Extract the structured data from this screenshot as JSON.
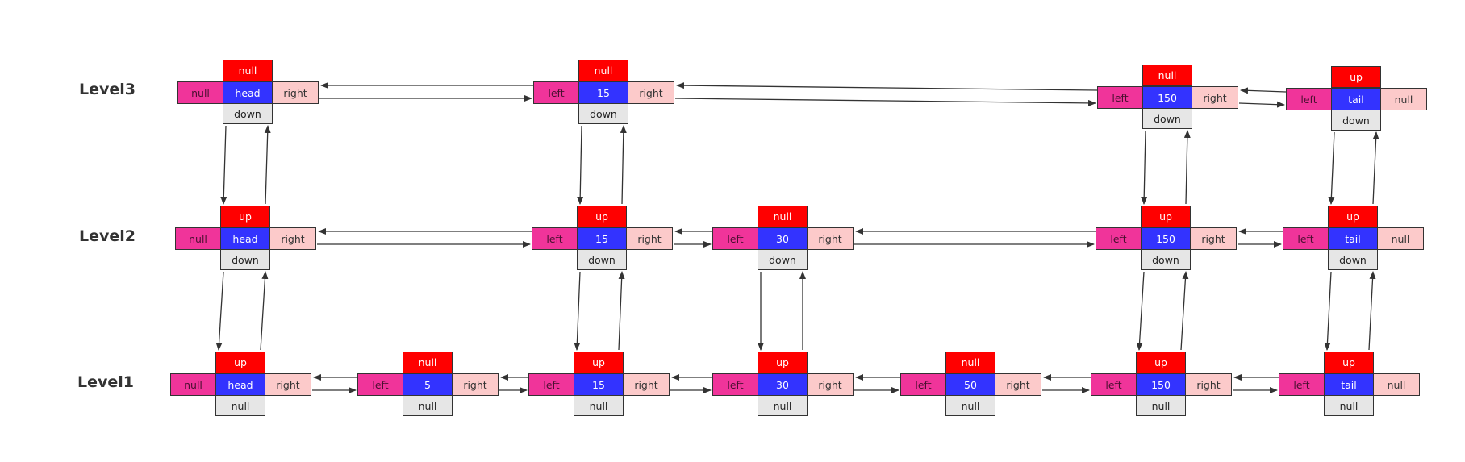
{
  "colors": {
    "up_cell": "#ff0000",
    "left_cell": "#f0349a",
    "value_cell": "#3333ff",
    "right_cell": "#fccaca",
    "down_cell": "#e6e6e6",
    "border": "#333333"
  },
  "levels": [
    {
      "label": "Level3",
      "nodes": [
        {
          "id": "L3-head",
          "up": "null",
          "left": "null",
          "value": "head",
          "right": "right",
          "down": "down"
        },
        {
          "id": "L3-15",
          "up": "null",
          "left": "left",
          "value": "15",
          "right": "right",
          "down": "down"
        },
        {
          "id": "L3-150",
          "up": "null",
          "left": "left",
          "value": "150",
          "right": "right",
          "down": "down"
        },
        {
          "id": "L3-tail",
          "up": "up",
          "left": "left",
          "value": "tail",
          "right": "null",
          "down": "down"
        }
      ]
    },
    {
      "label": "Level2",
      "nodes": [
        {
          "id": "L2-head",
          "up": "up",
          "left": "null",
          "value": "head",
          "right": "right",
          "down": "down"
        },
        {
          "id": "L2-15",
          "up": "up",
          "left": "left",
          "value": "15",
          "right": "right",
          "down": "down"
        },
        {
          "id": "L2-30",
          "up": "null",
          "left": "left",
          "value": "30",
          "right": "right",
          "down": "down"
        },
        {
          "id": "L2-150",
          "up": "up",
          "left": "left",
          "value": "150",
          "right": "right",
          "down": "down"
        },
        {
          "id": "L2-tail",
          "up": "up",
          "left": "left",
          "value": "tail",
          "right": "null",
          "down": "down"
        }
      ]
    },
    {
      "label": "Level1",
      "nodes": [
        {
          "id": "L1-head",
          "up": "up",
          "left": "null",
          "value": "head",
          "right": "right",
          "down": "null"
        },
        {
          "id": "L1-5",
          "up": "null",
          "left": "left",
          "value": "5",
          "right": "right",
          "down": "null"
        },
        {
          "id": "L1-15",
          "up": "up",
          "left": "left",
          "value": "15",
          "right": "right",
          "down": "null"
        },
        {
          "id": "L1-30",
          "up": "up",
          "left": "left",
          "value": "30",
          "right": "right",
          "down": "null"
        },
        {
          "id": "L1-50",
          "up": "null",
          "left": "left",
          "value": "50",
          "right": "right",
          "down": "null"
        },
        {
          "id": "L1-150",
          "up": "up",
          "left": "left",
          "value": "150",
          "right": "right",
          "down": "null"
        },
        {
          "id": "L1-tail",
          "up": "up",
          "left": "left",
          "value": "tail",
          "right": "null",
          "down": "null"
        }
      ]
    }
  ],
  "links": {
    "horizontal": [
      [
        "L3-head",
        "L3-15"
      ],
      [
        "L3-15",
        "L3-150"
      ],
      [
        "L3-150",
        "L3-tail"
      ],
      [
        "L2-head",
        "L2-15"
      ],
      [
        "L2-15",
        "L2-30"
      ],
      [
        "L2-30",
        "L2-150"
      ],
      [
        "L2-150",
        "L2-tail"
      ],
      [
        "L1-head",
        "L1-5"
      ],
      [
        "L1-5",
        "L1-15"
      ],
      [
        "L1-15",
        "L1-30"
      ],
      [
        "L1-30",
        "L1-50"
      ],
      [
        "L1-50",
        "L1-150"
      ],
      [
        "L1-150",
        "L1-tail"
      ]
    ],
    "vertical": [
      [
        "L3-head",
        "L2-head"
      ],
      [
        "L3-15",
        "L2-15"
      ],
      [
        "L3-150",
        "L2-150"
      ],
      [
        "L3-tail",
        "L2-tail"
      ],
      [
        "L2-head",
        "L1-head"
      ],
      [
        "L2-15",
        "L1-15"
      ],
      [
        "L2-30",
        "L1-30"
      ],
      [
        "L2-150",
        "L1-150"
      ],
      [
        "L2-tail",
        "L1-tail"
      ]
    ]
  }
}
